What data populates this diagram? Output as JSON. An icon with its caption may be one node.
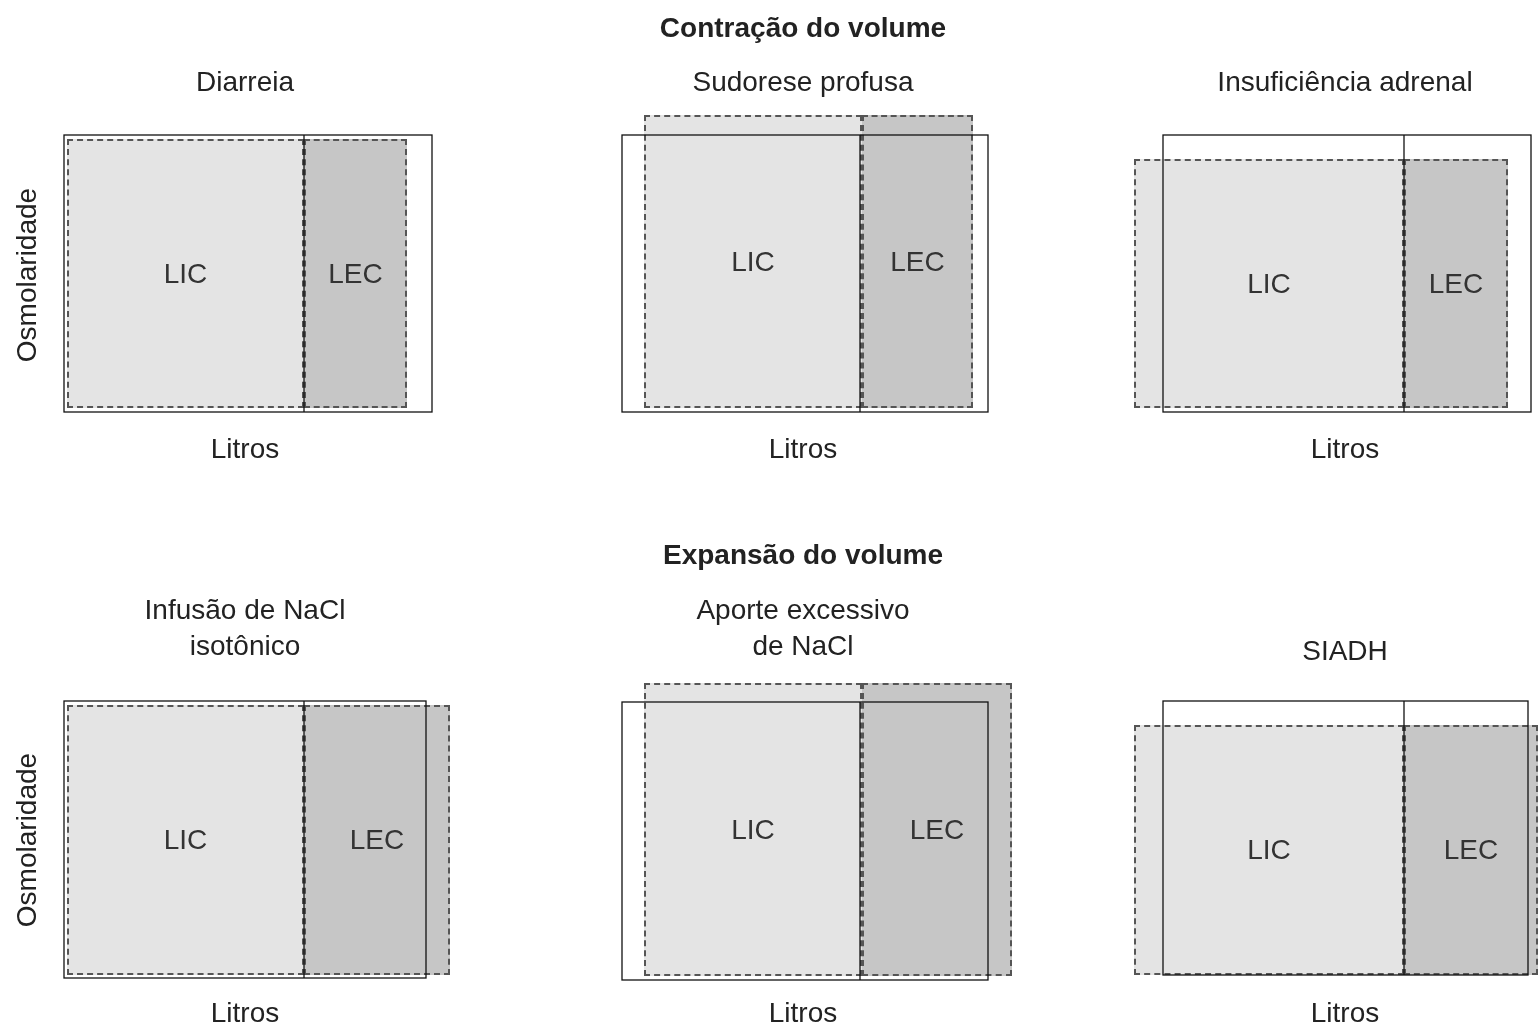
{
  "diagram": {
    "nodes": [
      {
        "text": [
          "LIC"
        ]
      },
      {
        "text": [
          "LEC"
        ]
      },
      {
        "text": [
          "LIC"
        ]
      },
      {
        "text": [
          "LEC"
        ]
      },
      {
        "text": [
          "LIC"
        ]
      },
      {
        "text": [
          "LEC"
        ]
      },
      {
        "text": [
          "LIC"
        ]
      },
      {
        "text": [
          "LEC"
        ]
      },
      {
        "text": [
          "LIC"
        ]
      },
      {
        "text": [
          "LEC"
        ]
      },
      {
        "text": [
          "LIC"
        ]
      },
      {
        "text": [
          "LEC"
        ]
      }
    ],
    "labels": [
      "Contração do volume",
      "Diarreia",
      "Sudorese profusa",
      "Insuficiência adrenal",
      "Osmolaridade",
      "Litros",
      "Litros",
      "Litros",
      "Expansão do volume",
      "Infusão de NaCl isotônico",
      "Aporte excessivo de NaCl",
      "SIADH",
      "Osmolaridade",
      "Litros",
      "Litros",
      "Litros"
    ]
  }
}
